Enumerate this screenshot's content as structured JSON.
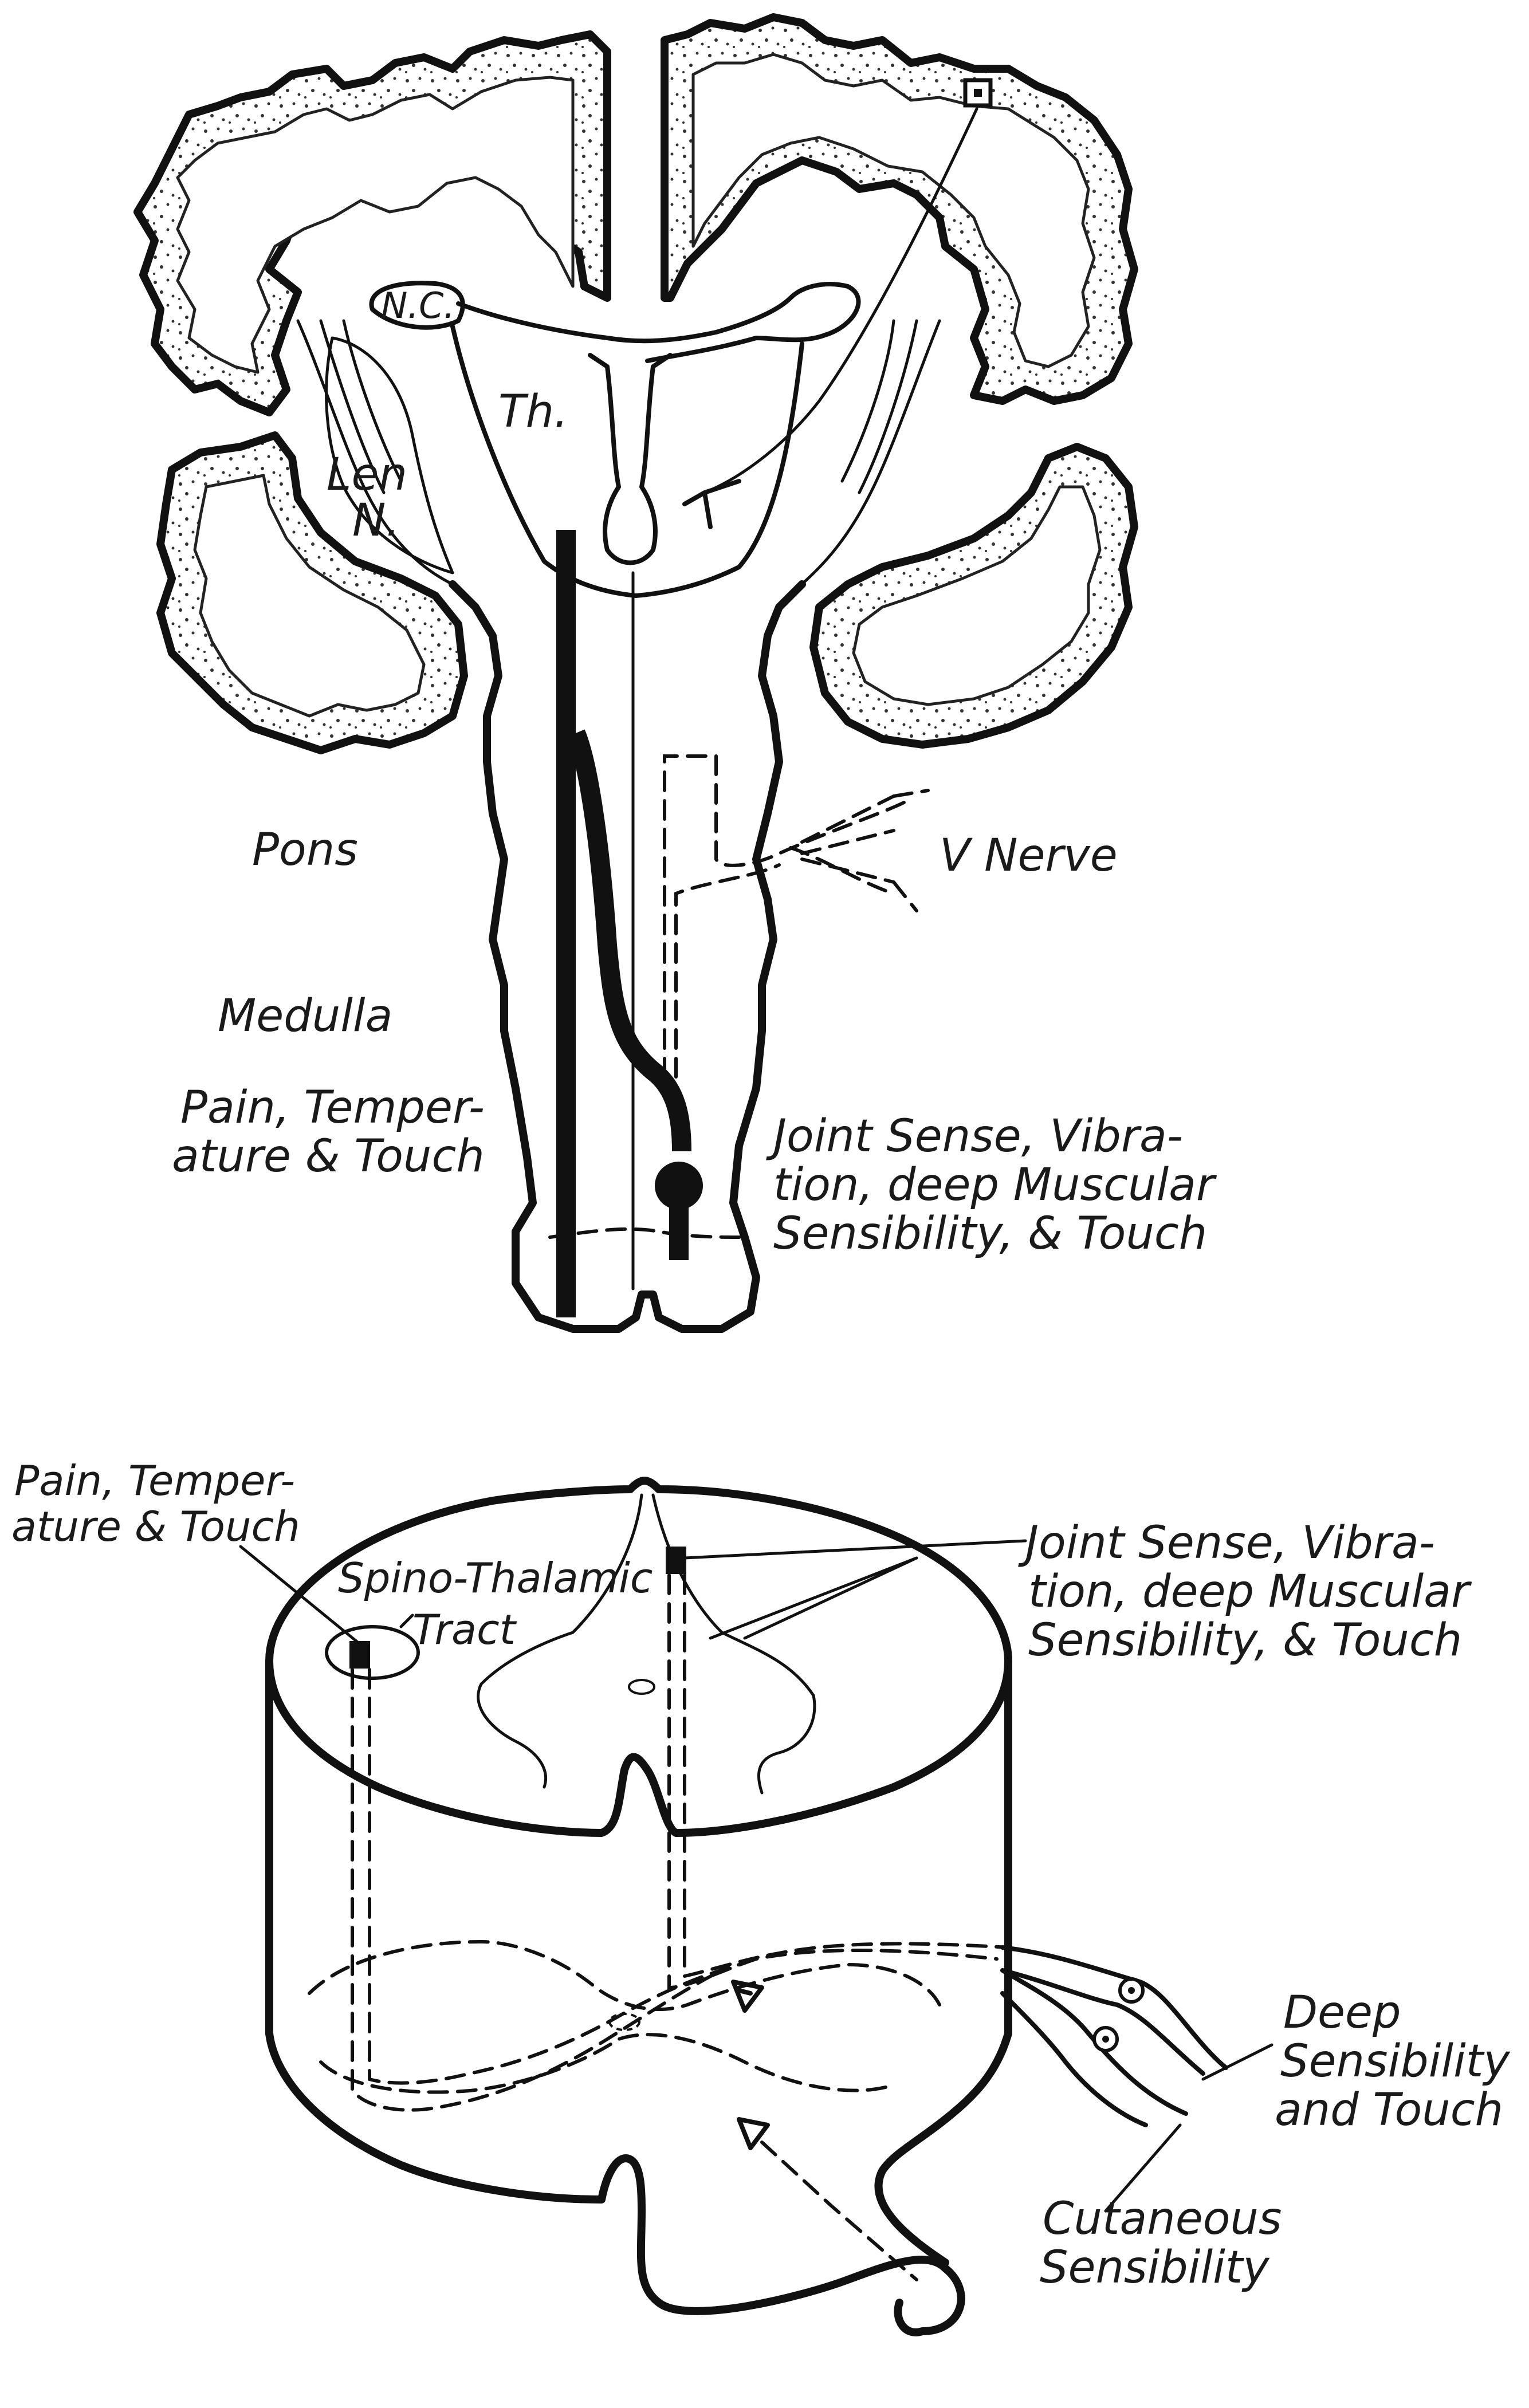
{
  "colors": {
    "ink": "#111111",
    "paper": "#ffffff",
    "stipple": "#333333"
  },
  "labels": {
    "nc": "N.C.",
    "th": "Th.",
    "len_line1": "Len",
    "len_line2": "N.",
    "pons": "Pons",
    "v_nerve": "V Nerve",
    "medulla": "Medulla",
    "pain_brain_line1": "Pain, Temper-",
    "pain_brain_line2": "ature & Touch",
    "joint_brain_line1": "Joint Sense, Vibra-",
    "joint_brain_line2": "tion, deep Muscular",
    "joint_brain_line3": "Sensibility, & Touch",
    "pain_cord_line1": "Pain, Temper-",
    "pain_cord_line2": "ature & Touch",
    "spino_line1": "Spino-Thalamic",
    "spino_line2": "Tract",
    "joint_cord_line1": "Joint Sense, Vibra-",
    "joint_cord_line2": "tion, deep Muscular",
    "joint_cord_line3": "Sensibility, & Touch",
    "deep_line1": "Deep",
    "deep_line2": "Sensibility",
    "deep_line3": "and Touch",
    "cut_line1": "Cutaneous",
    "cut_line2": "Sensibility"
  }
}
